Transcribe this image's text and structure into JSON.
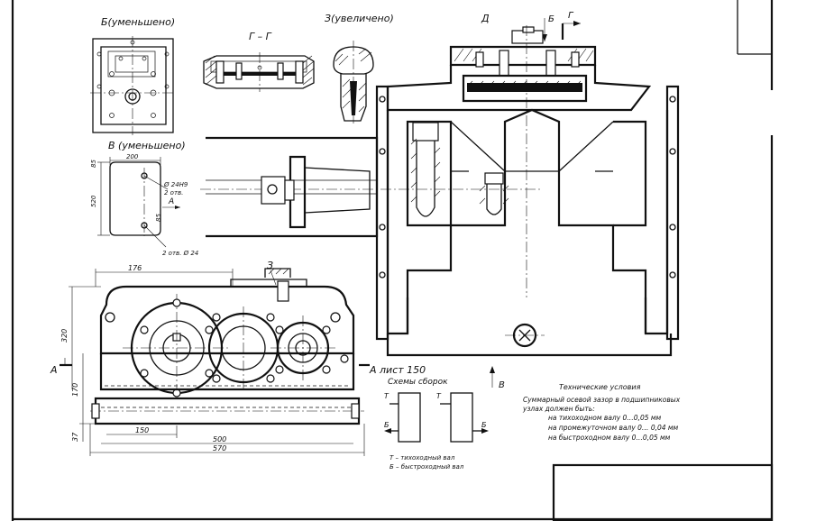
{
  "views": {
    "b_title": "Б(уменьшено)",
    "v_title": "В (уменьшено)",
    "gg_title": "Г – Г",
    "z_title": "З(увеличено)",
    "d_label": "Д",
    "b_arrow": "Б",
    "g_arrow": "Г",
    "v_arrow": "В",
    "a_left": "А",
    "a_right": "А лист 150",
    "z_mark": "З"
  },
  "dims_v": {
    "d200": "200",
    "d85_top": "85",
    "d520": "520",
    "d85": "85",
    "d_phi24": "Ø 24Н9",
    "d_2otv": "2 отв.",
    "d_a": "А",
    "d_2otv24": "2 отв. Ø 24"
  },
  "dims_main": {
    "d176": "176",
    "d320": "320",
    "d170": "170",
    "d37": "37",
    "d150": "150",
    "d500": "500",
    "d570": "570"
  },
  "schemes": {
    "title": "Схемы сборок",
    "t1": "Т",
    "t2": "Т",
    "b1": "Б",
    "b2": "Б",
    "legend_t": "Т – тихоходный вал",
    "legend_b": "Б – быстроходный вал"
  },
  "tech": {
    "title": "Технические условия",
    "line1": "Суммарный осевой зазор в подшипниковых",
    "line2": "узлах должен быть:",
    "line3": "на тихоходном валу  0…0,05 мм",
    "line4": "на промежуточном валу  0… 0,04 мм",
    "line5": "на быстроходном валу  0…0,05 мм"
  }
}
